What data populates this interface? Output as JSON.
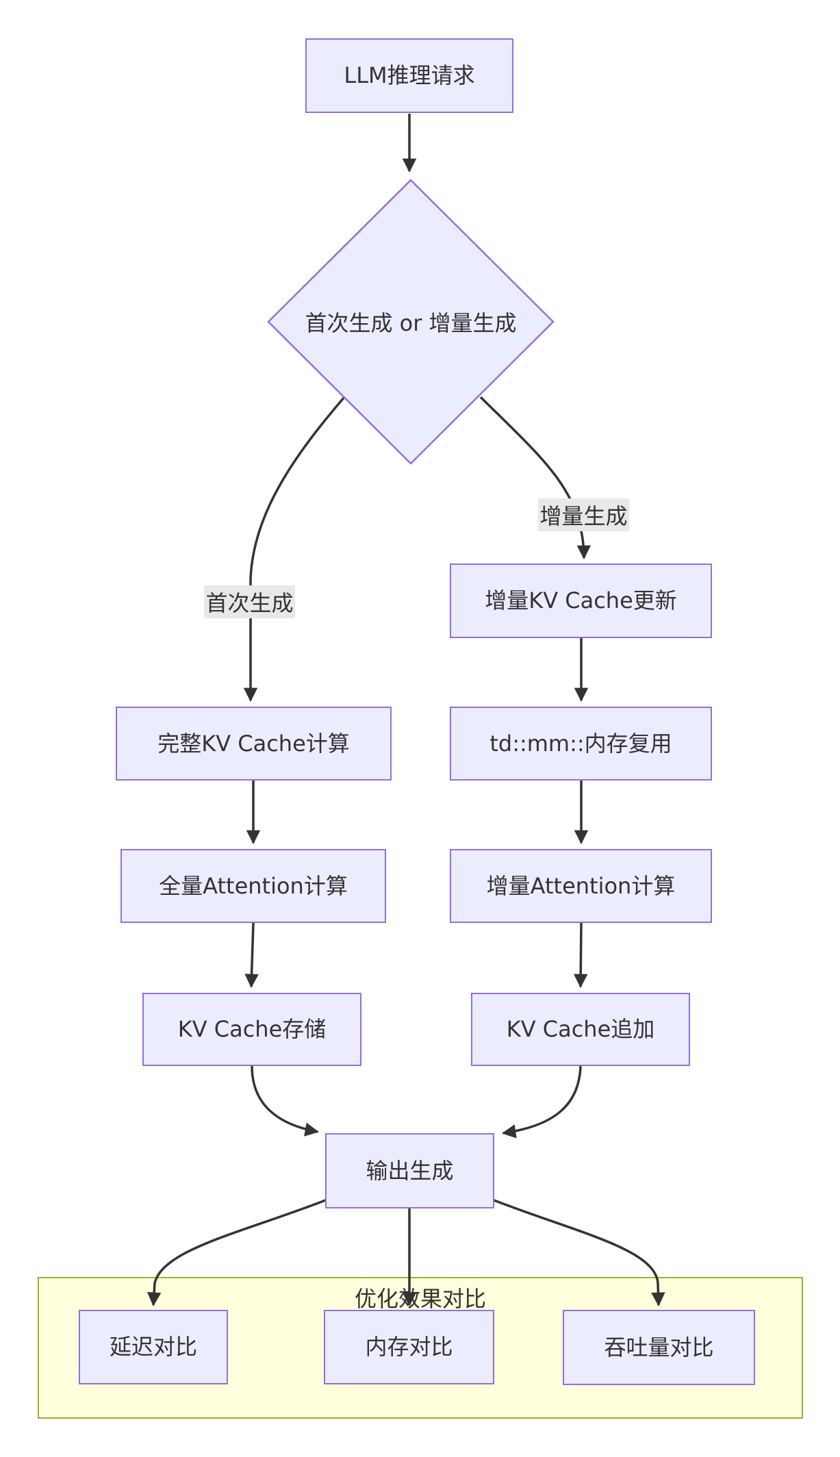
{
  "diagram": {
    "nodes": {
      "request": {
        "label": "LLM推理请求"
      },
      "decision": {
        "label": "首次生成 or 增量生成"
      },
      "inc_update": {
        "label": "增量KV Cache更新"
      },
      "full_kv": {
        "label": "完整KV Cache计算"
      },
      "mem_reuse": {
        "label": "td::mm::内存复用"
      },
      "full_attn": {
        "label": "全量Attention计算"
      },
      "inc_attn": {
        "label": "增量Attention计算"
      },
      "kv_store": {
        "label": "KV Cache存储"
      },
      "kv_append": {
        "label": "KV Cache追加"
      },
      "output": {
        "label": "输出生成"
      },
      "latency": {
        "label": "延迟对比"
      },
      "memory": {
        "label": "内存对比"
      },
      "throughput": {
        "label": "吞吐量对比"
      }
    },
    "edge_labels": {
      "first_gen": "首次生成",
      "incremental_gen": "增量生成"
    },
    "subgraph": {
      "title": "优化效果对比"
    },
    "colors": {
      "node_fill": "#ECECFF",
      "node_border": "#9370DB",
      "edge_line": "#333333",
      "edge_label_bg": "#e8e8e8",
      "subgraph_fill": "#ffffde",
      "subgraph_border": "#aaaa33",
      "text": "#333333",
      "background": "#ffffff"
    }
  }
}
